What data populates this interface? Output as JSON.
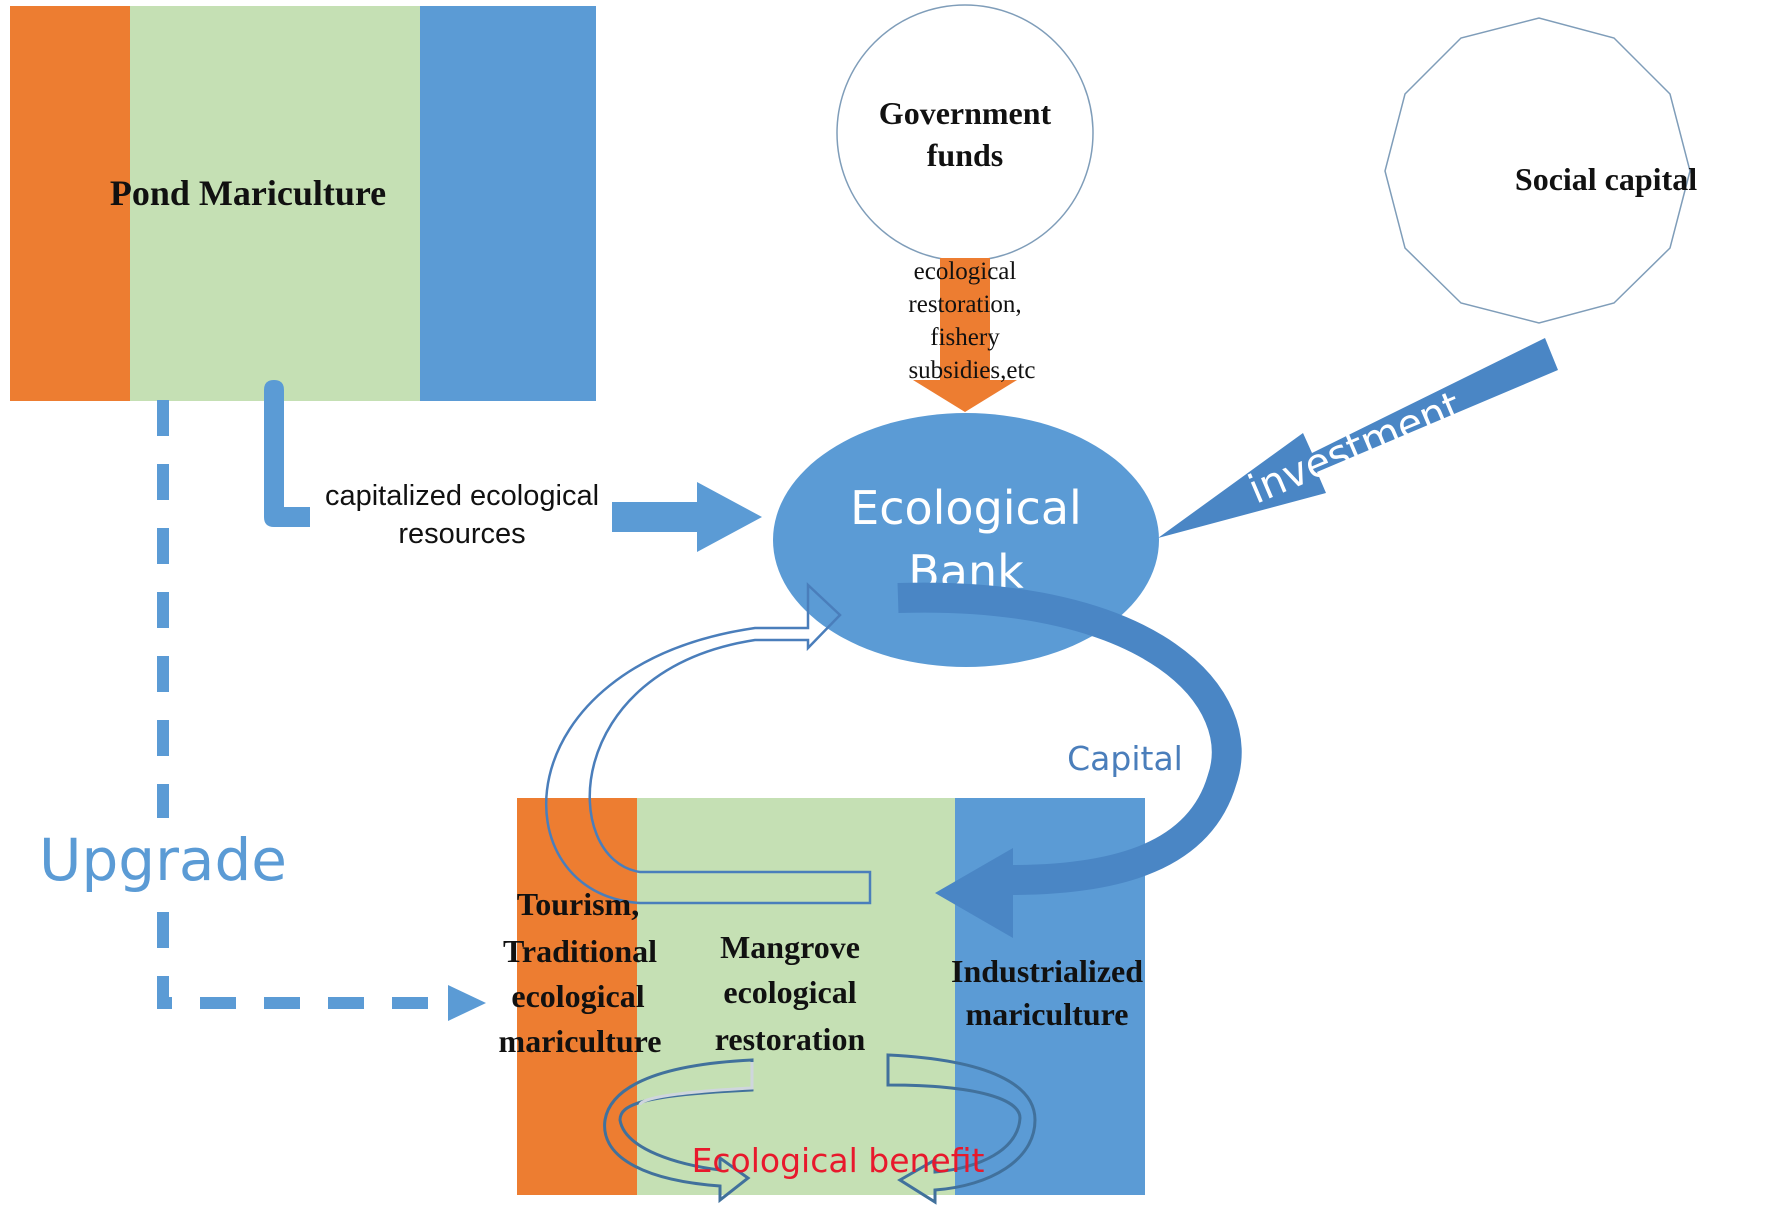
{
  "colors": {
    "orange": "#ED7D31",
    "green": "#C5E0B4",
    "blue": "#5B9BD5",
    "dark_blue": "#4A86C5",
    "outline": "#41719C",
    "red_text": "#E8192C"
  },
  "pond": {
    "title": "Pond Mariculture"
  },
  "government": {
    "title_line1": "Government",
    "title_line2": "funds"
  },
  "social": {
    "title": "Social capital"
  },
  "gov_arrow": {
    "line1": "ecological",
    "line2": "restoration,",
    "line3": "fishery",
    "line4": "subsidies,etc"
  },
  "investment": {
    "label": "investment"
  },
  "bank": {
    "line1": "Ecological",
    "line2": "Bank"
  },
  "capitalized": {
    "line1": "capitalized ecological",
    "line2": "resources"
  },
  "capital": {
    "label": "Capital"
  },
  "upgrade": {
    "label": "Upgrade"
  },
  "bottom": {
    "tourism_line1": "Tourism,",
    "tourism_line2": "Traditional",
    "tourism_line3": "ecological",
    "tourism_line4": "mariculture",
    "mangrove_line1": "Mangrove",
    "mangrove_line2": "ecological",
    "mangrove_line3": "restoration",
    "industrial_line1": "Industrialized",
    "industrial_line2": "mariculture",
    "benefit": "Ecological benefit"
  }
}
